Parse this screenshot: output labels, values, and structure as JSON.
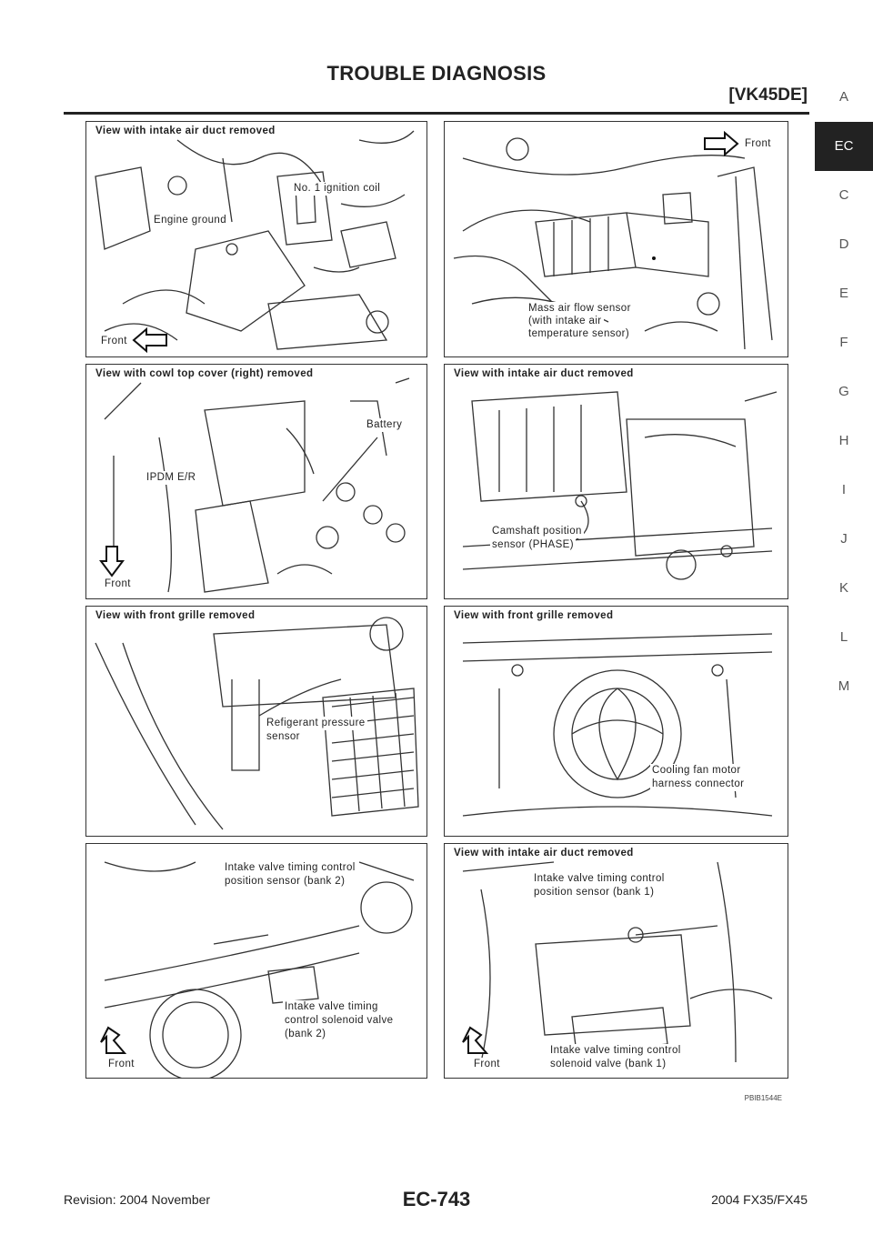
{
  "header": {
    "title": "TROUBLE DIAGNOSIS",
    "engine": "[VK45DE]"
  },
  "tabs": [
    "A",
    "EC",
    "C",
    "D",
    "E",
    "F",
    "G",
    "H",
    "I",
    "J",
    "K",
    "L",
    "M"
  ],
  "active_tab": "EC",
  "panels": {
    "p1": {
      "title": "View with intake air duct removed",
      "labels": [
        "No. 1 ignition coil",
        "Engine ground",
        "Front"
      ]
    },
    "p2": {
      "front": "Front",
      "sensor_line1": "Mass air flow sensor",
      "sensor_line2": "(with intake air",
      "sensor_line3": "temperature sensor)"
    },
    "p3": {
      "title": "View with cowl top cover (right) removed",
      "labels": [
        "Battery",
        "IPDM E/R",
        "Front"
      ]
    },
    "p4": {
      "title": "View with intake air duct removed",
      "sensor_line1": "Camshaft position",
      "sensor_line2": "sensor (PHASE)"
    },
    "p5": {
      "title": "View with front grille removed",
      "sensor_line1": "Refigerant pressure",
      "sensor_line2": "sensor"
    },
    "p6": {
      "title": "View with front grille removed",
      "conn_line1": "Cooling fan motor",
      "conn_line2": "harness connector"
    },
    "p7": {
      "pos_line1": "Intake valve timing control",
      "pos_line2": "position sensor (bank 2)",
      "sol_line1": "Intake valve timing",
      "sol_line2": "control solenoid valve",
      "sol_line3": "(bank 2)",
      "front": "Front"
    },
    "p8": {
      "title": "View with intake air duct removed",
      "pos_line1": "Intake valve timing control",
      "pos_line2": "position sensor (bank 1)",
      "sol_line1": "Intake valve timing control",
      "sol_line2": "solenoid valve (bank 1)",
      "front": "Front"
    }
  },
  "figure_code": "PBIB1544E",
  "footer": {
    "revision": "Revision: 2004 November",
    "page": "EC-743",
    "model": "2004 FX35/FX45"
  }
}
